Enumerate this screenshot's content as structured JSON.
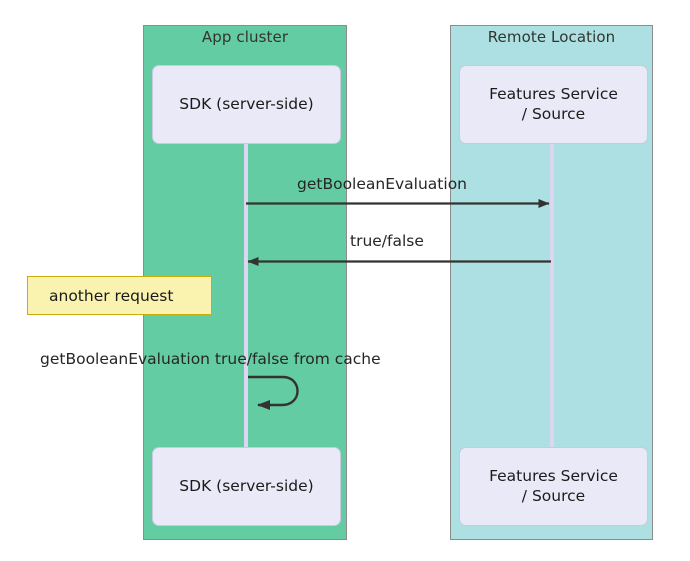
{
  "diagram": {
    "type": "sequence-diagram",
    "background": "#ffffff",
    "panels": [
      {
        "id": "app-cluster",
        "title": "App cluster",
        "color": "#63CCA3",
        "participant_label": "SDK (server-side)"
      },
      {
        "id": "remote-location",
        "title": "Remote Location",
        "color": "#ACE0E3",
        "participant_label": "Features Service\n/ Source"
      }
    ],
    "participants": {
      "sdk_top": "SDK (server-side)",
      "sdk_bottom": "SDK (server-side)",
      "features_top": "Features Service\n/ Source",
      "features_bottom": "Features Service\n/ Source"
    },
    "messages": [
      {
        "id": "msg-1",
        "label": "getBooleanEvaluation",
        "direction": "right",
        "from": "SDK (server-side)",
        "to": "Features Service / Source"
      },
      {
        "id": "msg-2",
        "label": "true/false",
        "direction": "left",
        "from": "Features Service / Source",
        "to": "SDK (server-side)"
      },
      {
        "id": "msg-3",
        "label": "getBooleanEvaluation true/false from cache",
        "direction": "self",
        "from": "SDK (server-side)",
        "to": "SDK (server-side)"
      }
    ],
    "notes": [
      {
        "id": "note-1",
        "label": "another request",
        "fill": "#FAF2AF",
        "border": "#C9AD0E"
      }
    ],
    "colors": {
      "app_cluster_fill": "#63CCA3",
      "remote_location_fill": "#ACE0E3",
      "participant_fill": "#E9E9F8",
      "lifeline": "#DCD6F0",
      "arrow": "#333333",
      "note_fill": "#FAF2AF",
      "note_border": "#C9AD0E",
      "panel_border": "#8c8c8c"
    }
  }
}
